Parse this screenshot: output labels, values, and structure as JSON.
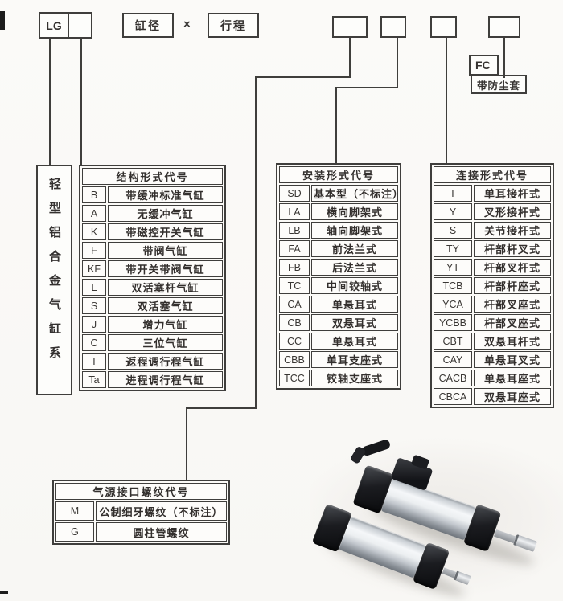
{
  "colors": {
    "line": "#3f3e3c",
    "text": "#2e2b29",
    "paper": "#faf9f6",
    "cap": "#17181c",
    "barrel": "#d9dde1",
    "photo_bg": "#eceae6"
  },
  "model_code": {
    "prefix": "LG",
    "bore_label": "缸径",
    "multiply": "×",
    "stroke_label": "行程",
    "fc_code": "FC",
    "fc_label": "带防尘套"
  },
  "series_label": "轻型铝合金气缸系列",
  "structure_table": {
    "title": "结构形式代号",
    "rows": [
      [
        "B",
        "带缓冲标准气缸"
      ],
      [
        "A",
        "无缓冲气缸"
      ],
      [
        "K",
        "带磁控开关气缸"
      ],
      [
        "F",
        "带阀气缸"
      ],
      [
        "KF",
        "带开关带阀气缸"
      ],
      [
        "L",
        "双活塞杆气缸"
      ],
      [
        "S",
        "双活塞气缸"
      ],
      [
        "J",
        "增力气缸"
      ],
      [
        "C",
        "三位气缸"
      ],
      [
        "T",
        "返程调行程气缸"
      ],
      [
        "Ta",
        "进程调行程气缸"
      ]
    ]
  },
  "mounting_table": {
    "title": "安装形式代号",
    "rows": [
      [
        "SD",
        "基本型（不标注）"
      ],
      [
        "LA",
        "横向脚架式"
      ],
      [
        "LB",
        "轴向脚架式"
      ],
      [
        "FA",
        "前法兰式"
      ],
      [
        "FB",
        "后法兰式"
      ],
      [
        "TC",
        "中间铰轴式"
      ],
      [
        "CA",
        "单悬耳式"
      ],
      [
        "CB",
        "双悬耳式"
      ],
      [
        "CC",
        "单悬耳式"
      ],
      [
        "CBB",
        "单耳支座式"
      ],
      [
        "TCC",
        "铰轴支座式"
      ]
    ]
  },
  "connection_table": {
    "title": "连接形式代号",
    "rows": [
      [
        "T",
        "单耳接杆式"
      ],
      [
        "Y",
        "叉形接杆式"
      ],
      [
        "S",
        "关节接杆式"
      ],
      [
        "TY",
        "杆部杆叉式"
      ],
      [
        "YT",
        "杆部叉杆式"
      ],
      [
        "TCB",
        "杆部杆座式"
      ],
      [
        "YCA",
        "杆部叉座式"
      ],
      [
        "YCBB",
        "杆部叉座式"
      ],
      [
        "CBT",
        "双悬耳杆式"
      ],
      [
        "CAY",
        "单悬耳叉式"
      ],
      [
        "CACB",
        "单悬耳座式"
      ],
      [
        "CBCA",
        "双悬耳座式"
      ]
    ]
  },
  "thread_table": {
    "title": "气源接口螺纹代号",
    "rows": [
      [
        "M",
        "公制细牙螺纹（不标注）"
      ],
      [
        "G",
        "圆柱管螺纹"
      ]
    ]
  }
}
